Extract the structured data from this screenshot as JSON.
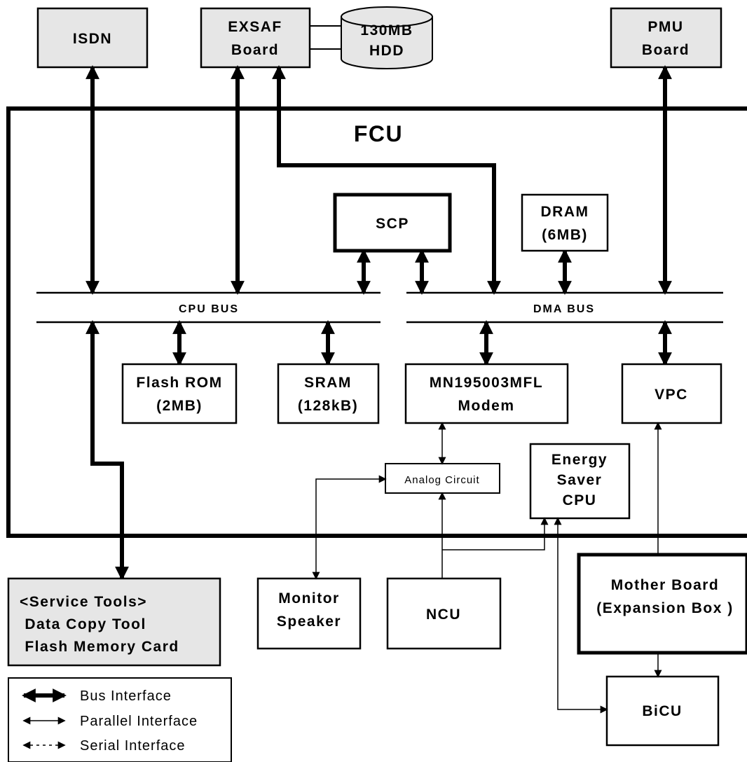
{
  "diagram": {
    "fcu_title": "FCU",
    "external": {
      "isdn": "ISDN",
      "exsaf": [
        "EXSAF",
        "Board"
      ],
      "hdd": [
        "130MB",
        "HDD"
      ],
      "pmu": [
        "PMU",
        "Board"
      ]
    },
    "buses": {
      "cpu_bus": "CPU BUS",
      "dma_bus": "DMA BUS"
    },
    "components": {
      "scp": "SCP",
      "dram": [
        "DRAM",
        "(6MB)"
      ],
      "flash_rom": [
        "Flash ROM",
        "(2MB)"
      ],
      "sram": [
        "SRAM",
        "(128kB)"
      ],
      "modem": [
        "MN195003MFL",
        "Modem"
      ],
      "vpc": "VPC",
      "analog": "Analog Circuit",
      "energy_saver": [
        "Energy",
        "Saver",
        "CPU"
      ],
      "monitor_speaker": [
        "Monitor",
        "Speaker"
      ],
      "ncu": "NCU",
      "mother_board": [
        "Mother Board",
        "(Expansion Box )"
      ],
      "bicu": "BiCU",
      "service_tools": [
        "<Service Tools>",
        " Data Copy Tool",
        " Flash Memory Card"
      ]
    },
    "legend": {
      "bus": "Bus Interface",
      "parallel": "Parallel Interface",
      "serial": "Serial Interface"
    }
  }
}
